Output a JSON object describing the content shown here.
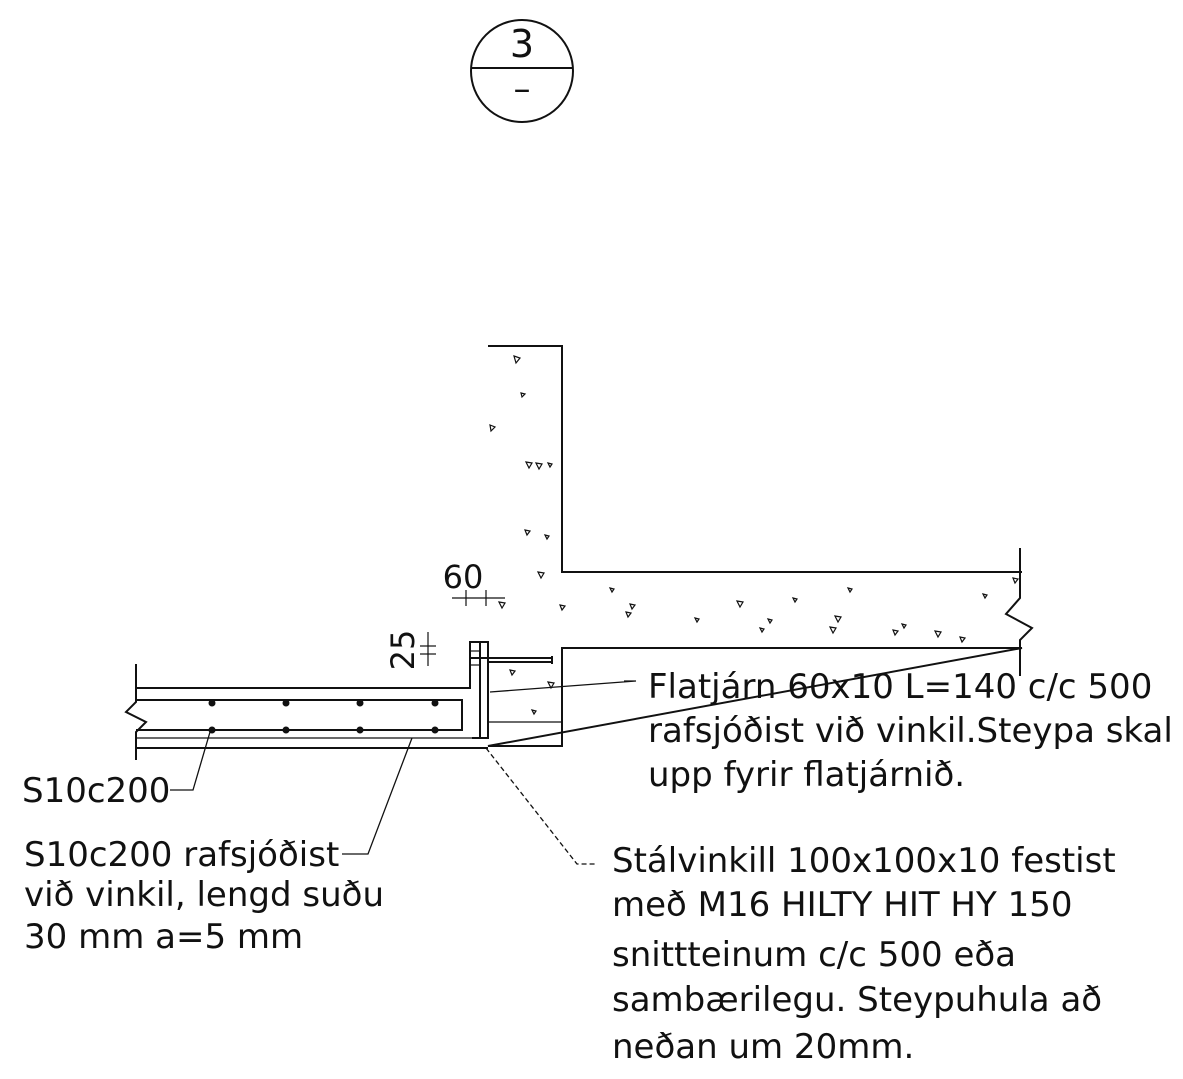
{
  "section_marker": {
    "number": "3",
    "sheet": "–"
  },
  "dimensions": {
    "gap": "60",
    "offset": "25"
  },
  "labels": {
    "rebar_label": "S10c200",
    "weld_note": [
      "S10c200 rafsjóðist",
      "við vinkil, lengd suðu",
      "30 mm a=5 mm"
    ],
    "flatbar_note": [
      "Flatjárn 60x10 L=140 c/c 500",
      "rafsjóðist við vinkil.Steypa skal",
      "upp fyrir flatjárnið."
    ],
    "angle_note": [
      "Stálvinkill 100x100x10 festist",
      "með M16 HILTY HIT HY 150",
      "snittteinum c/c 500 eða",
      "sambærilegu. Steypuhula að",
      "neðan um 20mm."
    ]
  },
  "colors": {
    "line": "#111111",
    "background": "#ffffff"
  }
}
